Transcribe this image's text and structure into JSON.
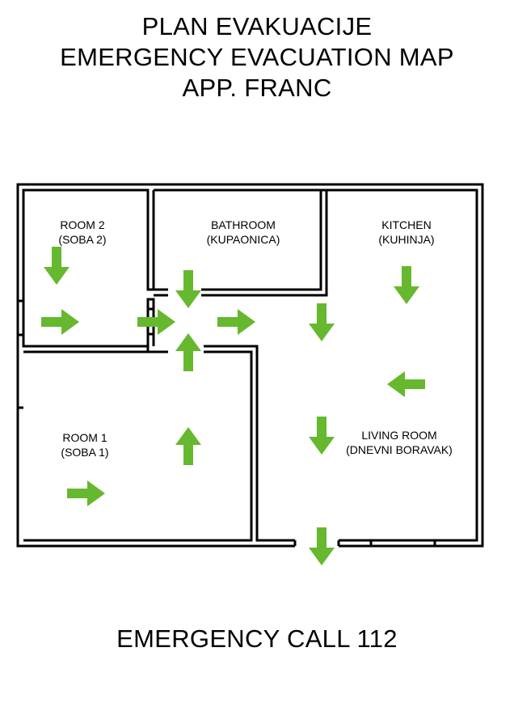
{
  "title": {
    "line1": "PLAN EVAKUACIJE",
    "line2": "EMERGENCY EVACUATION MAP",
    "line3": "APP. FRANC"
  },
  "rooms": {
    "room2": {
      "name": "ROOM 2",
      "local": "(SOBA 2)"
    },
    "bathroom": {
      "name": "BATHROOM",
      "local": "(KUPAONICA)"
    },
    "kitchen": {
      "name": "KITCHEN",
      "local": "(KUHINJA)"
    },
    "room1": {
      "name": "ROOM 1",
      "local": "(SOBA 1)"
    },
    "living_room": {
      "name": "LIVING ROOM",
      "local": "(DNEVNI BORAVAK)"
    }
  },
  "footer": {
    "emergency_call": "EMERGENCY CALL 112"
  },
  "colors": {
    "arrow": "#66b82e",
    "wall": "#000000",
    "background": "#ffffff"
  },
  "arrows": [
    {
      "id": "room2-down",
      "direction": "down"
    },
    {
      "id": "room2-right",
      "direction": "right"
    },
    {
      "id": "hall-right-in",
      "direction": "right"
    },
    {
      "id": "hall-down-in",
      "direction": "down"
    },
    {
      "id": "hall-up-in",
      "direction": "up"
    },
    {
      "id": "hall-right-out",
      "direction": "right"
    },
    {
      "id": "living-down-1",
      "direction": "down"
    },
    {
      "id": "kitchen-down",
      "direction": "down"
    },
    {
      "id": "kitchen-left",
      "direction": "left"
    },
    {
      "id": "living-down-2",
      "direction": "down"
    },
    {
      "id": "room1-up",
      "direction": "up"
    },
    {
      "id": "room1-right",
      "direction": "right"
    },
    {
      "id": "exit-down",
      "direction": "down"
    }
  ]
}
